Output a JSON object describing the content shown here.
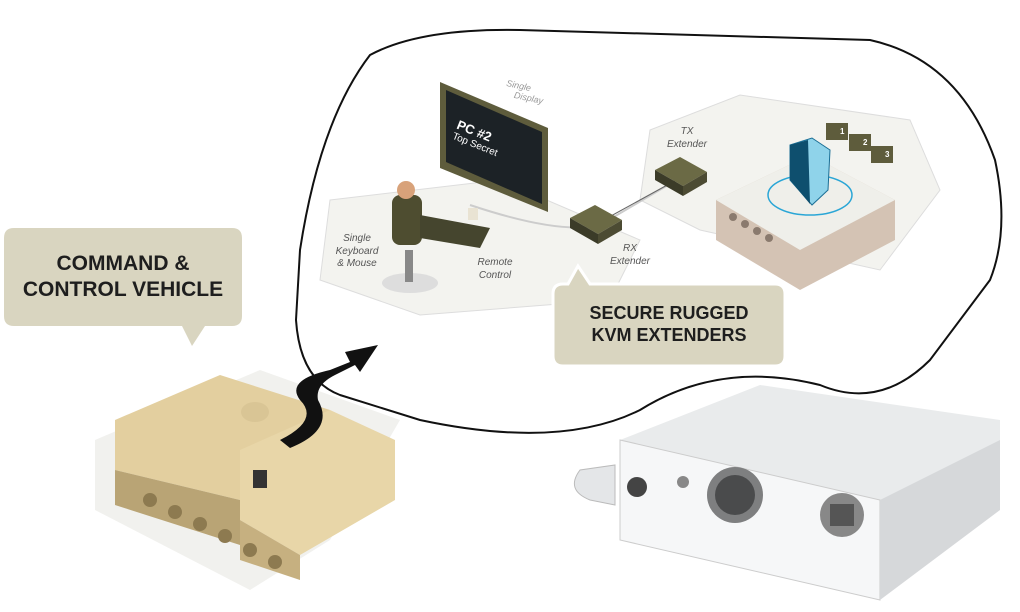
{
  "callouts": {
    "vehicle": {
      "line1": "COMMAND &",
      "line2": "CONTROL VEHICLE"
    },
    "extenders": {
      "line1": "SECURE RUGGED",
      "line2": "KVM EXTENDERS"
    }
  },
  "labels": {
    "single_display_1": "Single",
    "single_display_2": "Display",
    "screen_title": "PC #2",
    "screen_subtitle": "Top Secret",
    "keyboard_1": "Single",
    "keyboard_2": "Keyboard",
    "keyboard_3": "& Mouse",
    "remote_1": "Remote",
    "remote_2": "Control",
    "rx_1": "RX",
    "rx_2": "Extender",
    "tx_1": "TX",
    "tx_2": "Extender",
    "pcs": [
      "1",
      "2",
      "3"
    ]
  },
  "colors": {
    "callout": "#d9d5c0",
    "olive": "#5e5c3c",
    "tan": "#e3cf9f",
    "shield": "#2aa6d6"
  }
}
